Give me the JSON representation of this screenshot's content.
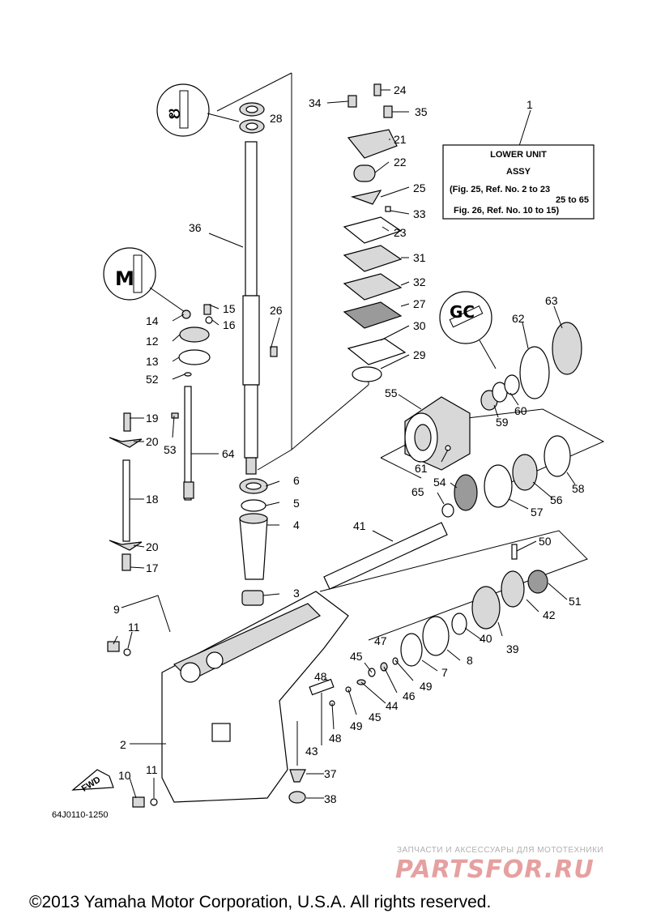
{
  "assembly_box": {
    "ref": "1",
    "line1": "LOWER UNIT",
    "line2": "ASSY",
    "line3": "(Fig. 25, Ref. No. 2 to 23",
    "line4": "25 to 65",
    "line5": "Fig. 26, Ref. No. 10 to 15)"
  },
  "fwd_label": "FWD",
  "figure_code": "64J0110-1250",
  "watermark": {
    "tagline": "ЗАПЧАСТИ И АКСЕССУАРЫ ДЛЯ МОТОТЕХНИКИ",
    "logo": "PARTSFOR.RU"
  },
  "copyright": "©2013 Yamaha Motor Corporation, U.S.A. All rights reserved.",
  "callouts": {
    "c2": "2",
    "c3": "3",
    "c4": "4",
    "c5": "5",
    "c6": "6",
    "c7": "7",
    "c8": "8",
    "c9": "9",
    "c10": "10",
    "c11a": "11",
    "c11b": "11",
    "c12": "12",
    "c13": "13",
    "c14": "14",
    "c15": "15",
    "c16": "16",
    "c17": "17",
    "c18": "18",
    "c19": "19",
    "c20a": "20",
    "c20b": "20",
    "c21": "21",
    "c22": "22",
    "c23": "23",
    "c24": "24",
    "c25": "25",
    "c26": "26",
    "c27": "27",
    "c28": "28",
    "c29": "29",
    "c30": "30",
    "c31": "31",
    "c32": "32",
    "c33": "33",
    "c34": "34",
    "c35": "35",
    "c36": "36",
    "c37": "37",
    "c38": "38",
    "c39": "39",
    "c40": "40",
    "c41": "41",
    "c42": "42",
    "c43": "43",
    "c44": "44",
    "c45a": "45",
    "c45b": "45",
    "c46": "46",
    "c47": "47",
    "c48a": "48",
    "c48b": "48",
    "c49a": "49",
    "c49b": "49",
    "c50": "50",
    "c51": "51",
    "c52": "52",
    "c53": "53",
    "c54": "54",
    "c55": "55",
    "c56": "56",
    "c57": "57",
    "c58": "58",
    "c59": "59",
    "c60": "60",
    "c61": "61",
    "c62": "62",
    "c63": "63",
    "c64": "64",
    "c65": "65"
  }
}
